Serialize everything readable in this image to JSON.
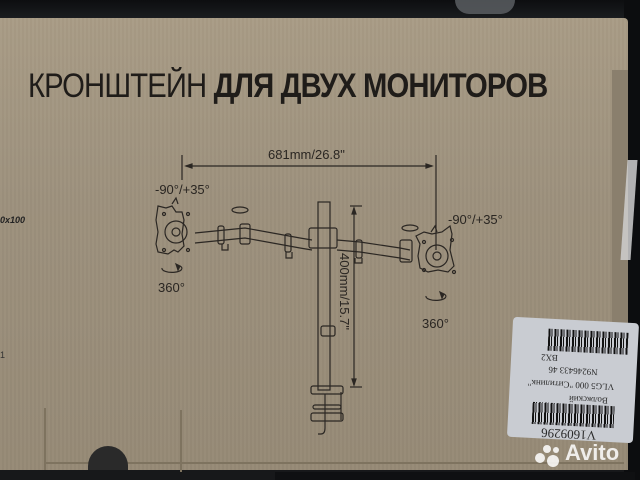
{
  "scene": {
    "description": "Photo of a cardboard box for a dual monitor desk mount",
    "colors": {
      "cardboard": "#a99c86",
      "ink": "#1f1c19",
      "background": "#17181a",
      "sticker": "#c9ccd2"
    }
  },
  "box": {
    "title_light": "КРОНШТЕЙН",
    "title_bold": "ДЛЯ ДВУХ МОНИТОРОВ",
    "partial_left_text": "0x100",
    "partial_left_mark": "1"
  },
  "diagram": {
    "width_dimension": "681mm/26.8\"",
    "height_dimension": "400mm/15.7\"",
    "left_tilt": "-90°/+35°",
    "right_tilt": "-90°/+35°",
    "left_rotation": "360°",
    "right_rotation": "360°"
  },
  "sticker": {
    "line1": "V1609296",
    "line2": "Волжский",
    "line3": "VLG5 000 \"Ситилинк\"",
    "line4": "N9246433 46",
    "line5": "ВХ2"
  },
  "watermark": {
    "text": "Avito"
  }
}
